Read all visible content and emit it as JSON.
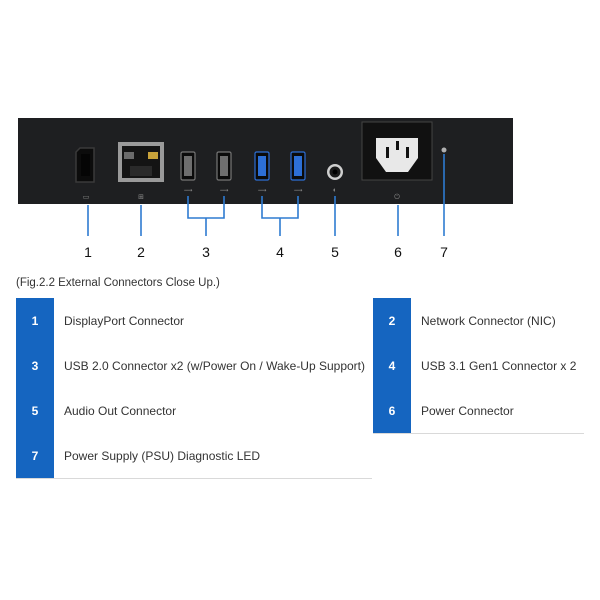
{
  "callouts": [
    "1",
    "2",
    "3",
    "4",
    "5",
    "6",
    "7"
  ],
  "caption": "(Fig.2.2 External Connectors Close Up.)",
  "legend": [
    {
      "num": "1",
      "label": "DisplayPort Connector"
    },
    {
      "num": "2",
      "label": "Network Connector (NIC)"
    },
    {
      "num": "3",
      "label": "USB 2.0 Connector x2 (w/Power On / Wake-Up Support)"
    },
    {
      "num": "4",
      "label": "USB 3.1 Gen1 Connector x 2"
    },
    {
      "num": "5",
      "label": "Audio Out Connector"
    },
    {
      "num": "6",
      "label": "Power Connector"
    },
    {
      "num": "7",
      "label": "Power Supply (PSU) Diagnostic LED"
    }
  ],
  "colors": {
    "panel": "#1e1f21",
    "accent": "#1565c0",
    "usb3": "#2d6fd6",
    "bracket": "#2e7bd1",
    "led": "#c8a23a"
  }
}
